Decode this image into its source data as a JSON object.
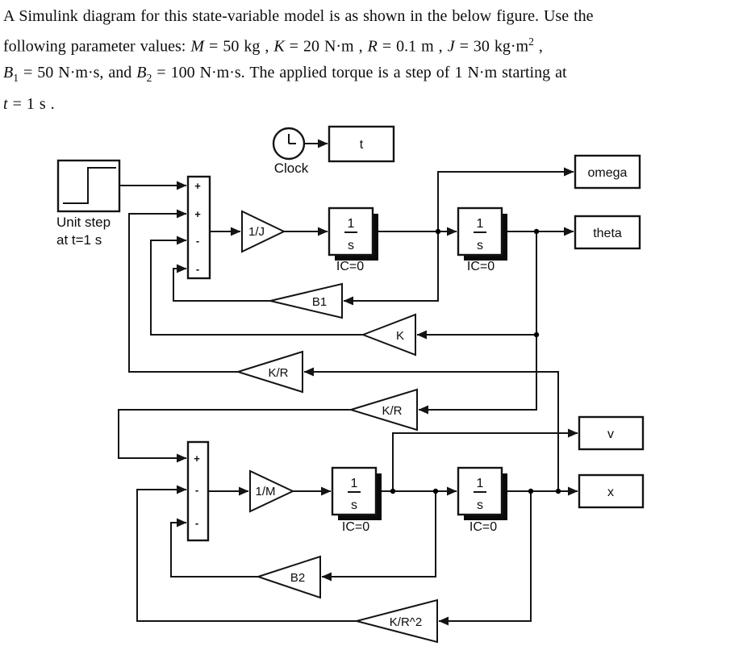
{
  "problem_statement": {
    "lines": [
      [
        {
          "t": "A Simulink diagram for this state-variable model is as shown in the below figure. Use the"
        }
      ],
      [
        {
          "t": "following  parameter  values:  "
        },
        {
          "t": "M",
          "i": 1
        },
        {
          "t": " = 50 kg ,  "
        },
        {
          "t": "K",
          "i": 1
        },
        {
          "t": " = 20 N·m ,  "
        },
        {
          "t": "R",
          "i": 1
        },
        {
          "t": " = 0.1 m ,  "
        },
        {
          "t": "J",
          "i": 1
        },
        {
          "t": " = 30 kg·m"
        },
        {
          "t": "2",
          "sup": 1
        },
        {
          "t": " ,"
        }
      ],
      [
        {
          "t": "B",
          "i": 1
        },
        {
          "t": "1",
          "sub": 1
        },
        {
          "t": " = 50 N·m·s, and "
        },
        {
          "t": "B",
          "i": 1
        },
        {
          "t": "2",
          "sub": 1
        },
        {
          "t": " = 100 N·m·s. The applied torque is a step of 1 N·m starting at"
        }
      ],
      [
        {
          "t": "t",
          "i": 1
        },
        {
          "t": " = 1 s ."
        }
      ]
    ]
  },
  "diagram": {
    "clock": {
      "label": "Clock"
    },
    "t_block": {
      "label": "t"
    },
    "source": {
      "label_line1": "Unit step",
      "label_line2": "at t=1 s"
    },
    "sum_top": {
      "signs": [
        "+",
        "+",
        "-",
        "-"
      ]
    },
    "sum_bottom": {
      "signs": [
        "+",
        "-",
        "-"
      ]
    },
    "gains": {
      "inv_inertia": "1/J",
      "b1": "B1",
      "k": "K",
      "k_over_r_top": "K/R",
      "k_over_r_mid": "K/R",
      "inv_mass": "1/M",
      "b2": "B2",
      "k_over_r_squared": "K/R^2"
    },
    "integrator": {
      "numerator": "1",
      "denominator": "s",
      "ic": "IC=0"
    },
    "outputs": {
      "omega": "omega",
      "theta": "theta",
      "v": "v",
      "x": "x"
    }
  },
  "colors": {
    "line": "#141414",
    "background": "#ffffff",
    "block_fill": "#ffffff",
    "shadow": "#0a0a0a"
  }
}
